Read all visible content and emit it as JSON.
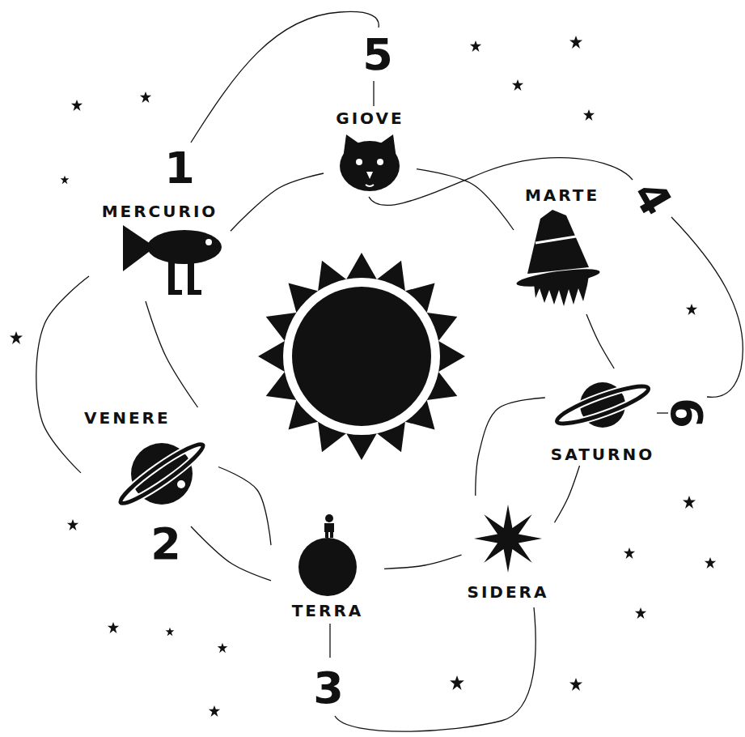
{
  "diagram": {
    "nodes": [
      {
        "text": [
          "GIOVE"
        ]
      },
      {
        "text": [
          "MERCURIO"
        ]
      },
      {
        "text": [
          "MARTE"
        ]
      },
      {
        "text": [
          "SATURNO"
        ]
      },
      {
        "text": [
          "VENERE"
        ]
      },
      {
        "text": [
          "SIDERA"
        ]
      },
      {
        "text": [
          "TERRA"
        ]
      }
    ],
    "edges": [
      {
        "from": 0,
        "to": 1,
        "arrow": "none"
      },
      {
        "from": 0,
        "to": 2,
        "arrow": "none"
      },
      {
        "from": 2,
        "to": 3,
        "arrow": "none"
      },
      {
        "from": 3,
        "to": 5,
        "arrow": "none"
      },
      {
        "from": 3,
        "to": 5,
        "arrow": "none"
      },
      {
        "from": 5,
        "to": 6,
        "arrow": "none"
      },
      {
        "from": 6,
        "to": 4,
        "arrow": "none"
      },
      {
        "from": 4,
        "to": 1,
        "arrow": "none"
      },
      {
        "from": 1,
        "to": 4,
        "arrow": "none"
      },
      {
        "from": 4,
        "to": 6,
        "arrow": "none"
      }
    ],
    "labels": [
      "5",
      "1",
      "4",
      "6",
      "2",
      "3"
    ]
  }
}
